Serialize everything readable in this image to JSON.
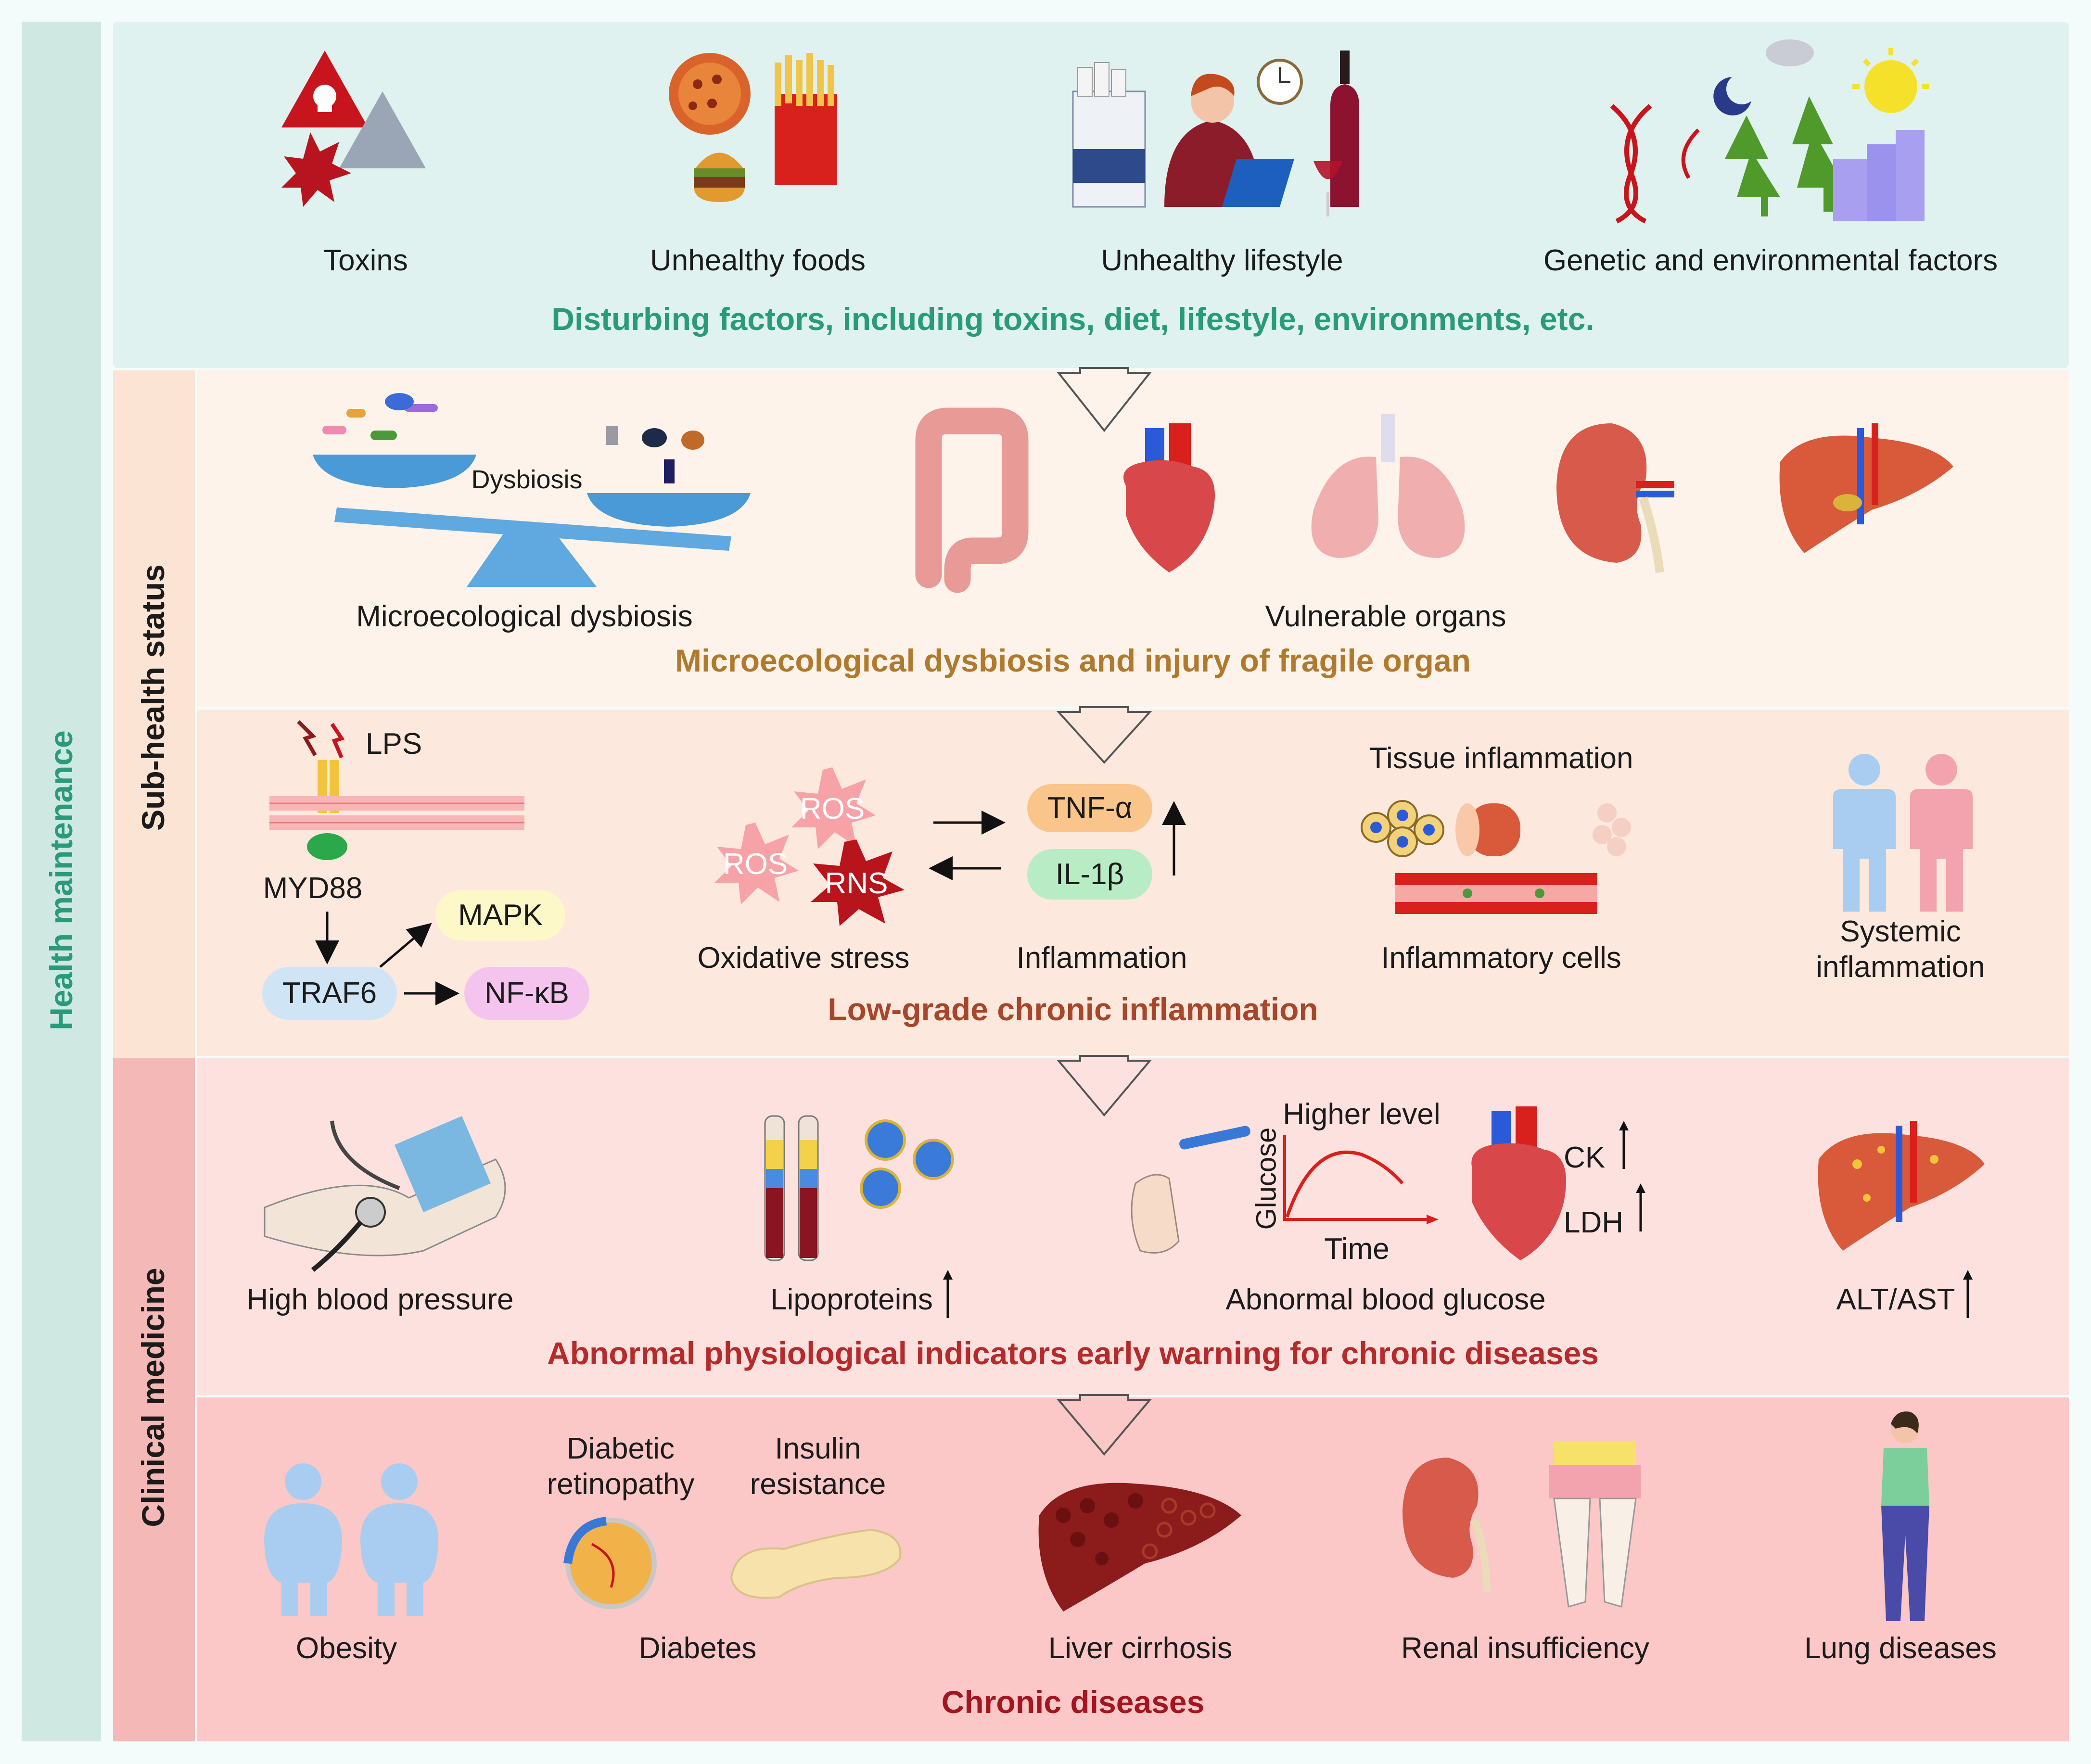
{
  "sidebar": {
    "health_maintenance": "Health maintenance",
    "sub_health": "Sub-health status",
    "clinical": "Clinical medicine"
  },
  "disturbing": {
    "toxins": "Toxins",
    "foods": "Unhealthy foods",
    "lifestyle": "Unhealthy lifestyle",
    "genetic": "Genetic and environmental factors",
    "title": "Disturbing factors, including toxins, diet, lifestyle, environments, etc."
  },
  "dysbiosis": {
    "scale_label": "Dysbiosis",
    "micro": "Microecological dysbiosis",
    "organs": "Vulnerable organs",
    "title": "Microecological dysbiosis and injury of fragile organ"
  },
  "inflammation": {
    "lps": "LPS",
    "myd88": "MYD88",
    "traf6": "TRAF6",
    "mapk": "MAPK",
    "nfkb": "NF-κB",
    "ros1": "ROS",
    "ros2": "ROS",
    "rns": "RNS",
    "tnf": "TNF-α",
    "il1b": "IL-1β",
    "oxidative": "Oxidative stress",
    "inflam": "Inflammation",
    "tissue": "Tissue inflammation",
    "cells": "Inflammatory cells",
    "systemic": "Systemic inflammation",
    "title": "Low-grade chronic inflammation"
  },
  "indicators": {
    "bp": "High blood pressure",
    "lipo": "Lipoproteins",
    "higher": "Higher level",
    "glucose_axis": "Glucose",
    "time": "Time",
    "ck": "CK",
    "ldh": "LDH",
    "glucose": "Abnormal blood glucose",
    "alt": "ALT/AST",
    "title": "Abnormal physiological indicators early warning for chronic diseases"
  },
  "diseases": {
    "obesity": "Obesity",
    "retinopathy": "Diabetic retinopathy",
    "insulin": "Insulin resistance",
    "diabetes": "Diabetes",
    "cirrhosis": "Liver cirrhosis",
    "renal": "Renal insufficiency",
    "lung": "Lung diseases",
    "title": "Chronic diseases"
  },
  "colors": {
    "teal_panel": "#dff2ef",
    "dysbiosis_panel": "#fdf3ea",
    "inflam_panel": "#fde8de",
    "indicator_panel": "#fde1df",
    "disease_panel": "#fbc7c7",
    "teal_title": "#2a9a7a",
    "brown_title": "#b07a2e",
    "rust_title": "#a6462a",
    "red_title": "#b52a2a",
    "dark_red_title": "#a3151f"
  }
}
